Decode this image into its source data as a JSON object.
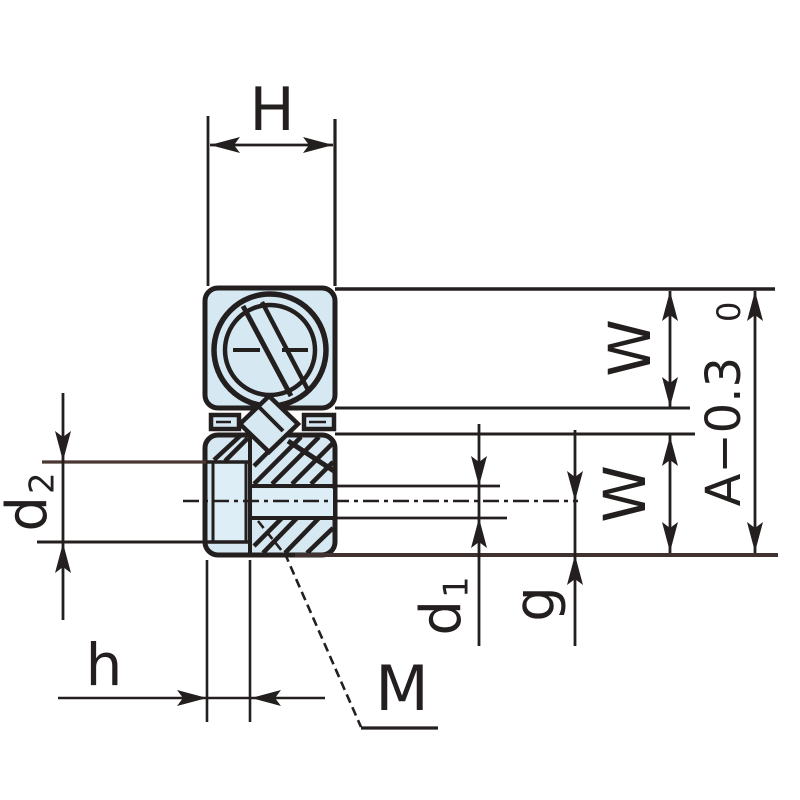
{
  "drawing": {
    "kind": "bearing-unit-cross-section-diagram",
    "colors": {
      "background": "#ffffff",
      "ink": "#241f1f",
      "section_fill": "#d6e9f3",
      "section_fill_light": "#ddeef7",
      "aux_line": "#4a3733"
    },
    "labels": {
      "dim_H": "H",
      "dim_W_upper": "W",
      "dim_W_lower": "W",
      "dim_A": {
        "base": "A−0.3",
        "upper_tol": "0"
      },
      "dim_d1": {
        "base": "d",
        "sub": "1"
      },
      "dim_d2": {
        "base": "d",
        "sub": "2"
      },
      "dim_g": "g",
      "dim_h": "h",
      "dim_M": "M"
    }
  }
}
